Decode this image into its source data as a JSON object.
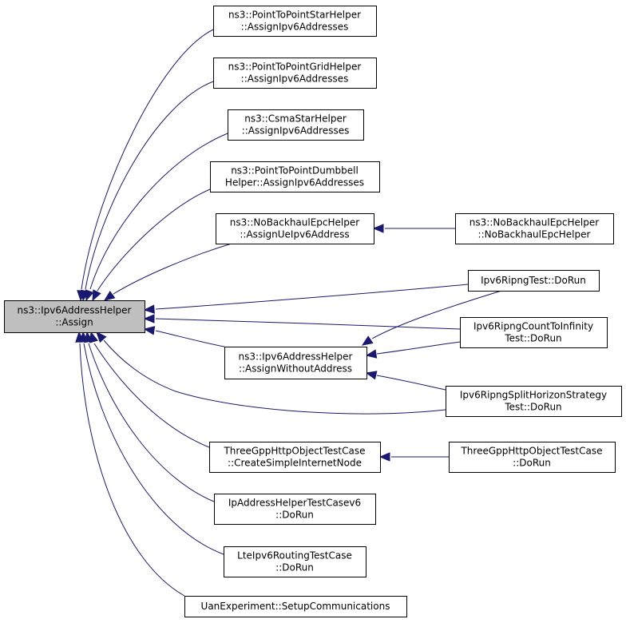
{
  "nodes": {
    "root": [
      "ns3::Ipv6AddressHelper",
      "::Assign"
    ],
    "star": [
      "ns3::PointToPointStarHelper",
      "::AssignIpv6Addresses"
    ],
    "grid": [
      "ns3::PointToPointGridHelper",
      "::AssignIpv6Addresses"
    ],
    "csma": [
      "ns3::CsmaStarHelper",
      "::AssignIpv6Addresses"
    ],
    "dumbbell": [
      "ns3::PointToPointDumbbell",
      "Helper::AssignIpv6Addresses"
    ],
    "nobackhaul_assign": [
      "ns3::NoBackhaulEpcHelper",
      "::AssignUeIpv6Address"
    ],
    "nobackhaul_ctor": [
      "ns3::NoBackhaulEpcHelper",
      "::NoBackhaulEpcHelper"
    ],
    "ripng": [
      "Ipv6RipngTest::DoRun"
    ],
    "ripng_inf": [
      "Ipv6RipngCountToInfinity",
      "Test::DoRun"
    ],
    "assign_without": [
      "ns3::Ipv6AddressHelper",
      "::AssignWithoutAddress"
    ],
    "ripng_split": [
      "Ipv6RipngSplitHorizonStrategy",
      "Test::DoRun"
    ],
    "http_create": [
      "ThreeGppHttpObjectTestCase",
      "::CreateSimpleInternetNode"
    ],
    "http_run": [
      "ThreeGppHttpObjectTestCase",
      "::DoRun"
    ],
    "ipaddr_v6": [
      "IpAddressHelperTestCasev6",
      "::DoRun"
    ],
    "lte_routing": [
      "LteIpv6RoutingTestCase",
      "::DoRun"
    ],
    "uan": [
      "UanExperiment::SetupCommunications"
    ]
  },
  "edges": [
    {
      "from": "star",
      "to": "root"
    },
    {
      "from": "grid",
      "to": "root"
    },
    {
      "from": "csma",
      "to": "root"
    },
    {
      "from": "dumbbell",
      "to": "root"
    },
    {
      "from": "nobackhaul_assign",
      "to": "root"
    },
    {
      "from": "ripng",
      "to": "root"
    },
    {
      "from": "ripng_inf",
      "to": "root"
    },
    {
      "from": "assign_without",
      "to": "root"
    },
    {
      "from": "ripng_split",
      "to": "root"
    },
    {
      "from": "http_create",
      "to": "root"
    },
    {
      "from": "ipaddr_v6",
      "to": "root"
    },
    {
      "from": "lte_routing",
      "to": "root"
    },
    {
      "from": "uan",
      "to": "root"
    },
    {
      "from": "nobackhaul_ctor",
      "to": "nobackhaul_assign"
    },
    {
      "from": "ripng",
      "to": "assign_without"
    },
    {
      "from": "ripng_inf",
      "to": "assign_without"
    },
    {
      "from": "ripng_split",
      "to": "assign_without"
    },
    {
      "from": "http_run",
      "to": "http_create"
    }
  ],
  "colors": {
    "edge": "#191970",
    "node_border": "#000000",
    "root_fill": "#bfbfbf",
    "node_fill": "#ffffff"
  }
}
